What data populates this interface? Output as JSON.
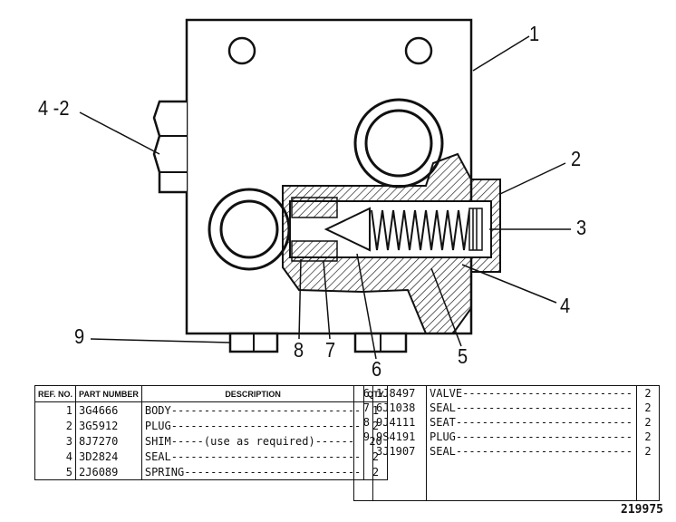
{
  "callouts": [
    {
      "id": "1",
      "label": "1"
    },
    {
      "id": "2",
      "label": "2"
    },
    {
      "id": "3",
      "label": "3"
    },
    {
      "id": "4",
      "label": "4"
    },
    {
      "id": "4-2",
      "label": "4 -2"
    },
    {
      "id": "5",
      "label": "5"
    },
    {
      "id": "6",
      "label": "6"
    },
    {
      "id": "7",
      "label": "7"
    },
    {
      "id": "8",
      "label": "8"
    },
    {
      "id": "9",
      "label": "9"
    }
  ],
  "left_table": {
    "headers": {
      "ref": "REF. NO.",
      "part": "PART NUMBER",
      "desc": "DESCRIPTION",
      "qty": "QTY"
    },
    "rows": [
      {
        "ref": "1",
        "part": "3G4666",
        "desc": "BODY-----------------------------",
        "qty": "1"
      },
      {
        "ref": "2",
        "part": "3G5912",
        "desc": "PLUG-----------------------------",
        "qty": "2"
      },
      {
        "ref": "3",
        "part": "8J7270",
        "desc": "SHIM-----(use as required)------",
        "qty": "20"
      },
      {
        "ref": "4",
        "part": "3D2824",
        "desc": "SEAL-----------------------------",
        "qty": "2"
      },
      {
        "ref": "5",
        "part": "2J6089",
        "desc": "SPRING---------------------------",
        "qty": "2"
      }
    ]
  },
  "right_table": {
    "rows": [
      {
        "ref": "6",
        "part": "1J8497",
        "desc": "VALVE--------------------------",
        "qty": "2"
      },
      {
        "ref": "7",
        "part": "6J1038",
        "desc": "SEAL---------------------------",
        "qty": "2"
      },
      {
        "ref": "8",
        "part": "9J4111",
        "desc": "SEAT---------------------------",
        "qty": "2"
      },
      {
        "ref": "9",
        "part": "9S4191",
        "desc": "PLUG---------------------------",
        "qty": "2"
      },
      {
        "ref": "",
        "part": "3J1907",
        "desc": "SEAL---------------------------",
        "qty": "2"
      }
    ]
  },
  "drawing_number": "219975"
}
